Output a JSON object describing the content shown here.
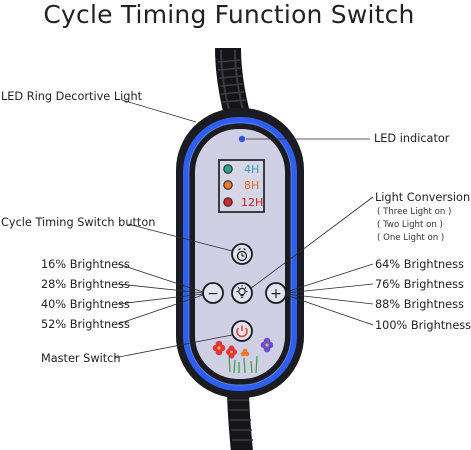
{
  "title": "Cycle Timing Function Switch",
  "labels": {
    "led_ring": "LED Ring Decortive Light",
    "led_indicator": "LED indicator",
    "cycle_button": "Cycle Timing Switch button",
    "light_conversion": "Light Conversion",
    "three_light": "( Three Light on )",
    "two_light": "( Two Light on )",
    "one_light": "( One Light on )",
    "b16": "16% Brightness",
    "b28": "28% Brightness",
    "b40": "40% Brightness",
    "b52": "52% Brightness",
    "b64": "64% Brightness",
    "b76": "76% Brightness",
    "b88": "88% Brightness",
    "b100": "100% Brightness",
    "master": "Master Switch"
  },
  "timers": [
    {
      "label": "4H",
      "dot_color": "#2aa58f",
      "text_color": "#3a9fb5"
    },
    {
      "label": "8H",
      "dot_color": "#ef7a2a",
      "text_color": "#e06a2a"
    },
    {
      "label": "12H",
      "dot_color": "#d7262b",
      "text_color": "#c8202a"
    }
  ],
  "buttons": {
    "minus": "−",
    "plus": "+"
  },
  "colors": {
    "body": "#1b1b22",
    "ring": "#2f5ff0",
    "panel": "#cfd0e4",
    "indicator": "#2b56d8"
  }
}
